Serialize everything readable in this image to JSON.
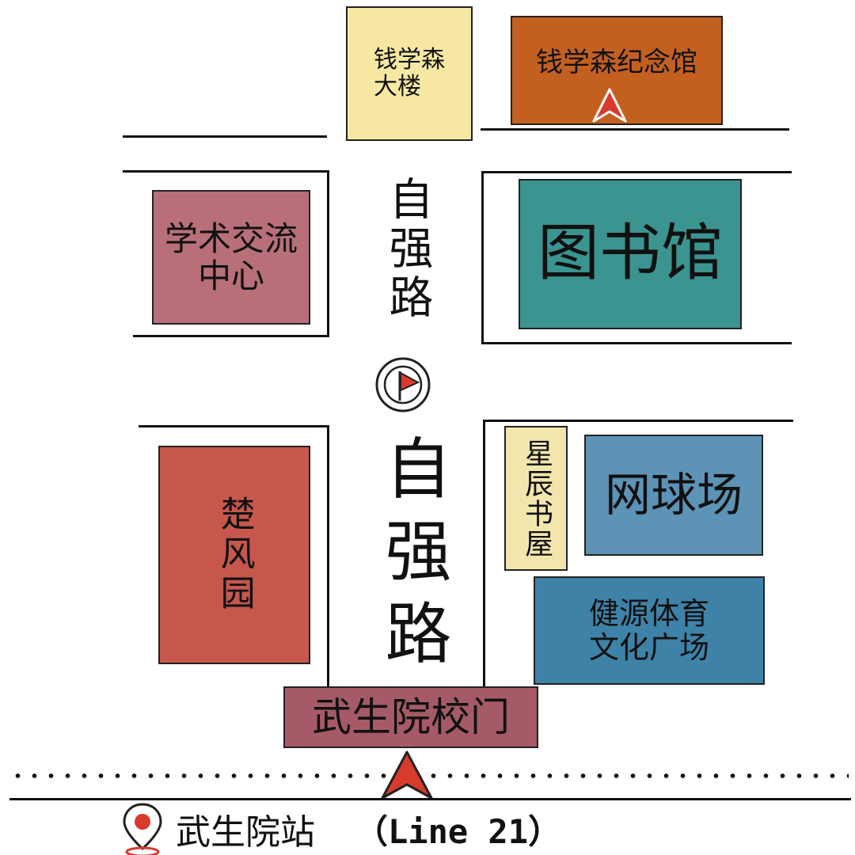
{
  "places": {
    "qian_building": "钱学森\n大楼",
    "qian_memorial": "钱学森纪念馆",
    "academic_center": "学术交流\n中心",
    "library": "图书馆",
    "chufeng_garden": "楚风园",
    "xingchen_bookstore": "星辰书屋",
    "tennis_court": "网球场",
    "jianyuan_plaza": "健源体育\n文化广场",
    "gate": "武生院校门"
  },
  "roads": {
    "upper_label": "自强路",
    "lower_label": "自强路"
  },
  "station": {
    "name": "武生院站",
    "line": "（Line 21）"
  },
  "icons": {
    "memorial_marker": "red-arrow-icon",
    "road_marker": "flag-compass-icon",
    "gate_marker": "red-arrow-icon",
    "station_marker": "map-pin-icon"
  },
  "colors": {
    "qian_building": "#f6e8a2",
    "qian_memorial": "#c4601f",
    "academic_center": "#b86f79",
    "library": "#3b9490",
    "chufeng_garden": "#c7574c",
    "xingchen_bookstore": "#f3e6ad",
    "tennis_court": "#5c93b6",
    "jianyuan_plaza": "#3e82a8",
    "gate": "#a65a67",
    "accent_red": "#d93a2e"
  }
}
